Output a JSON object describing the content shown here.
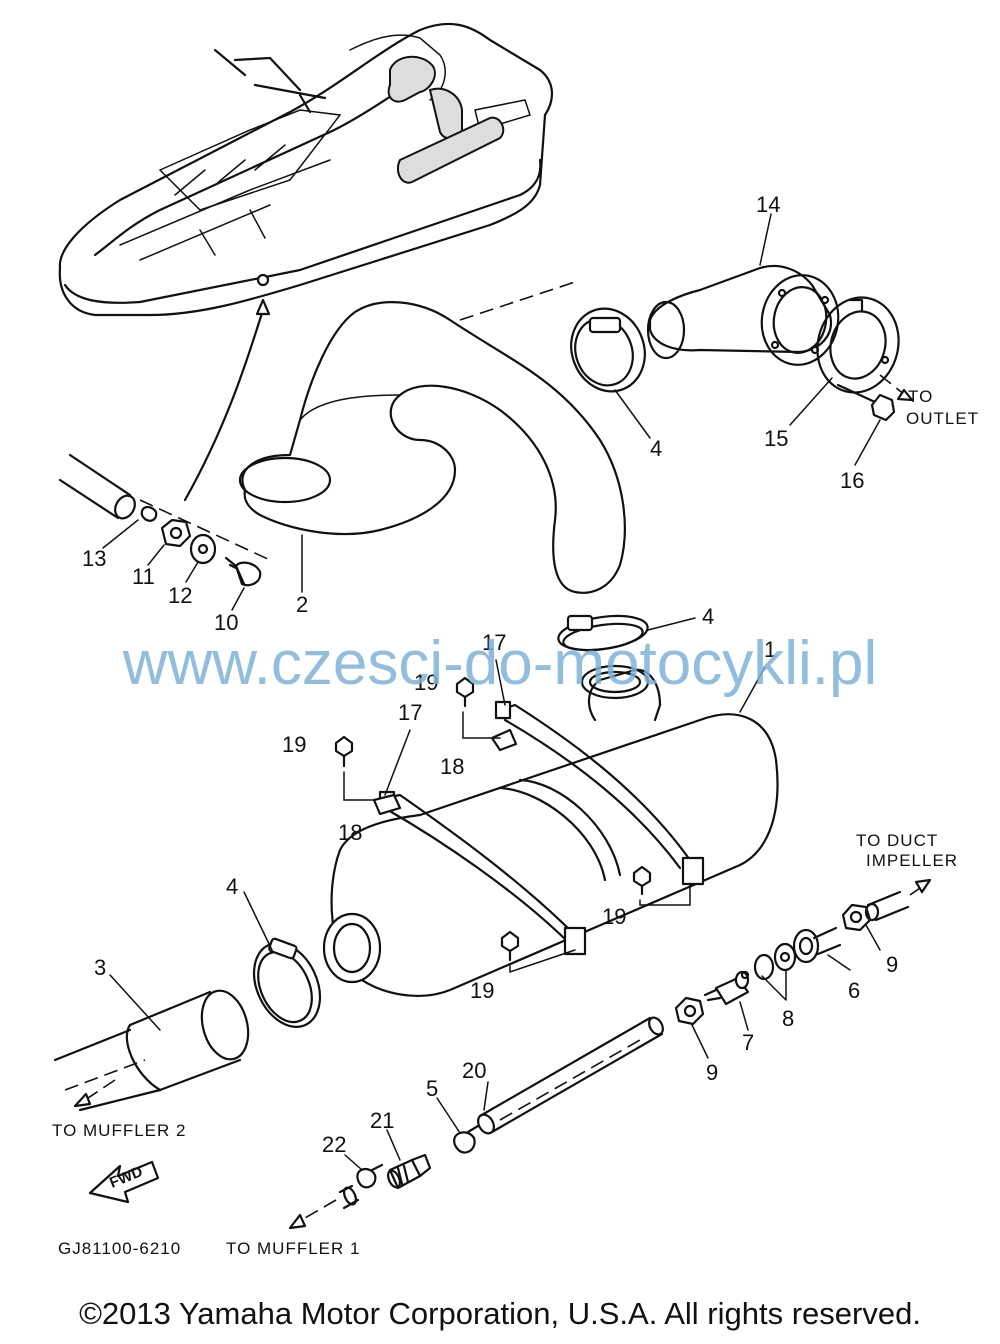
{
  "diagram": {
    "drawing_code": "GJ81100-6210",
    "parts": [
      {
        "ref": "1",
        "name": "muffler"
      },
      {
        "ref": "2",
        "name": "exhaust-pipe"
      },
      {
        "ref": "3",
        "name": "joint-hose"
      },
      {
        "ref": "4",
        "name": "hose-clamp"
      },
      {
        "ref": "5",
        "name": "clip"
      },
      {
        "ref": "6",
        "name": "fitting"
      },
      {
        "ref": "7",
        "name": "fitting"
      },
      {
        "ref": "8",
        "name": "washer"
      },
      {
        "ref": "9",
        "name": "nut"
      },
      {
        "ref": "10",
        "name": "fitting"
      },
      {
        "ref": "11",
        "name": "nut"
      },
      {
        "ref": "12",
        "name": "washer"
      },
      {
        "ref": "13",
        "name": "clip"
      },
      {
        "ref": "14",
        "name": "outlet-elbow"
      },
      {
        "ref": "15",
        "name": "gasket"
      },
      {
        "ref": "16",
        "name": "bolt"
      },
      {
        "ref": "17",
        "name": "strap"
      },
      {
        "ref": "18",
        "name": "bracket"
      },
      {
        "ref": "19",
        "name": "bolt"
      },
      {
        "ref": "20",
        "name": "hose"
      },
      {
        "ref": "21",
        "name": "joint"
      },
      {
        "ref": "22",
        "name": "clip"
      }
    ],
    "labels": {
      "p1": "1",
      "p2": "2",
      "p3": "3",
      "p4a": "4",
      "p4b": "4",
      "p4c": "4",
      "p5": "5",
      "p6": "6",
      "p7": "7",
      "p8": "8",
      "p9a": "9",
      "p9b": "9",
      "p10": "10",
      "p11": "11",
      "p12": "12",
      "p13": "13",
      "p14": "14",
      "p15": "15",
      "p16": "16",
      "p17a": "17",
      "p17b": "17",
      "p18a": "18",
      "p18b": "18",
      "p19a": "19",
      "p19b": "19",
      "p19c": "19",
      "p19d": "19",
      "p20": "20",
      "p21": "21",
      "p22": "22"
    },
    "annotations": {
      "to_outlet_1": "TO",
      "to_outlet_2": "OUTLET",
      "to_duct_1": "TO DUCT",
      "to_duct_2": "IMPELLER",
      "to_muffler_2": "TO MUFFLER 2",
      "to_muffler_1": "TO MUFFLER 1",
      "fwd": "FWD"
    }
  },
  "watermark": "www.czesci-do-motocykli.pl",
  "copyright": "©2013 Yamaha Motor Corporation, U.S.A. All rights reserved."
}
